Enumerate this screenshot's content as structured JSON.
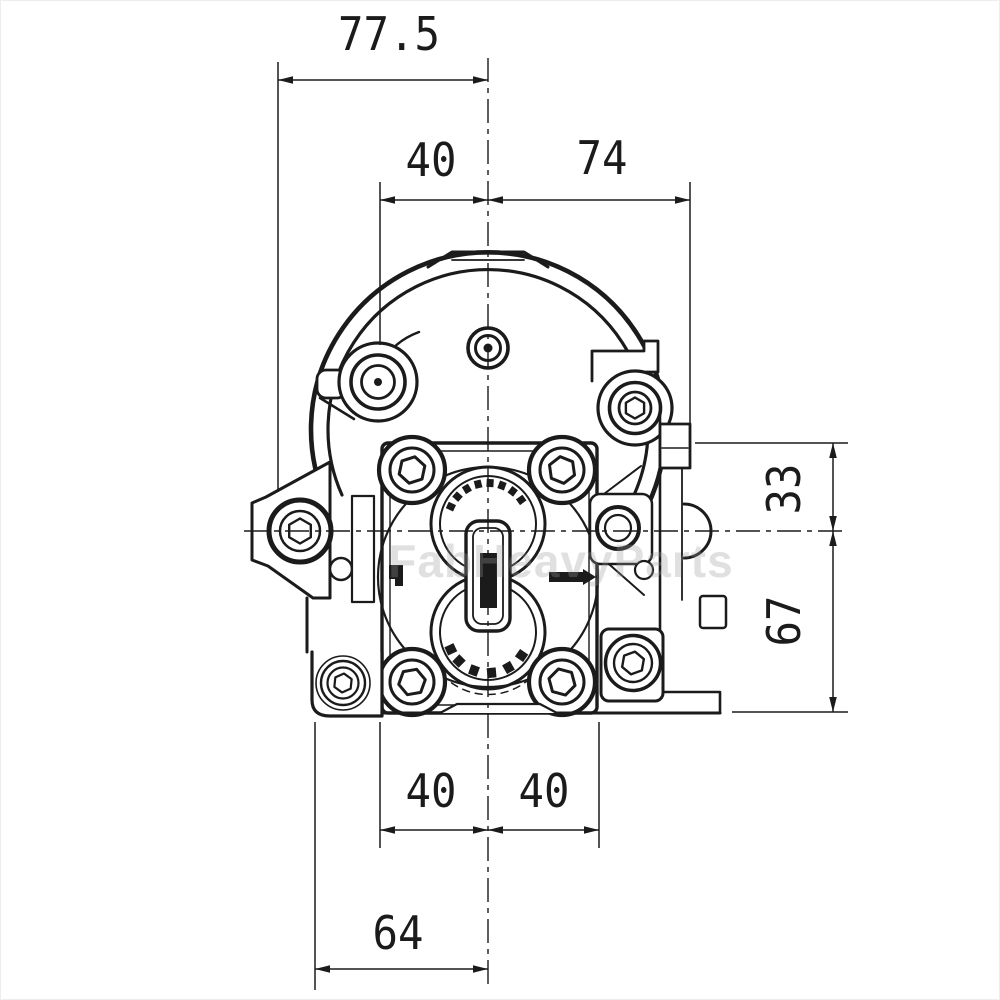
{
  "drawing": {
    "type": "engineering-dimension-drawing",
    "watermark": "FabHeavyParts",
    "dimensions": {
      "top_total": "77.5",
      "top_left_pitch": "40",
      "top_right_pitch": "74",
      "right_upper": "33",
      "right_lower": "67",
      "bottom_left_pitch": "40",
      "bottom_right_pitch": "40",
      "bottom_total": "64"
    },
    "colors": {
      "line": "#1b1b1b",
      "background": "#ffffff",
      "watermark_gray": "#9a9a9a"
    }
  }
}
